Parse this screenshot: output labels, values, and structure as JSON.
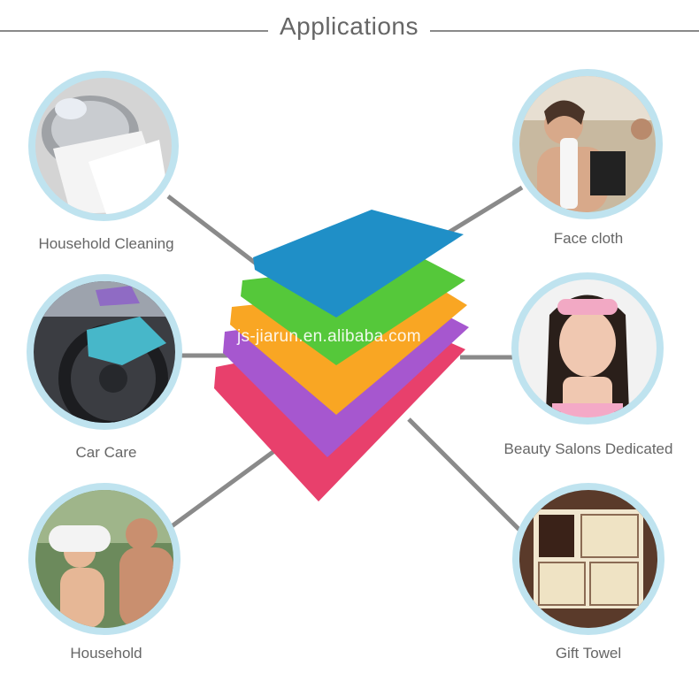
{
  "header": {
    "title": "Applications"
  },
  "center": {
    "watermark": "js-jiarun.en.alibaba.com"
  },
  "applications": [
    {
      "label": "Household Cleaning",
      "image_icon": "pot-with-towel"
    },
    {
      "label": "Car Care",
      "image_icon": "car-steering-wheel-cloth"
    },
    {
      "label": "Household",
      "image_icon": "family-with-towel"
    },
    {
      "label": "Face cloth",
      "image_icon": "woman-with-gym-towel"
    },
    {
      "label": "Beauty Salons Dedicated",
      "image_icon": "woman-with-headband"
    },
    {
      "label": "Gift Towel",
      "image_icon": "gift-box-towels"
    }
  ],
  "colors": {
    "ring": "#bfe3ef",
    "line": "#8a8a8a",
    "towels": [
      "#e8406c",
      "#a657cf",
      "#f9a623",
      "#55c83a",
      "#1f8fc7"
    ]
  }
}
